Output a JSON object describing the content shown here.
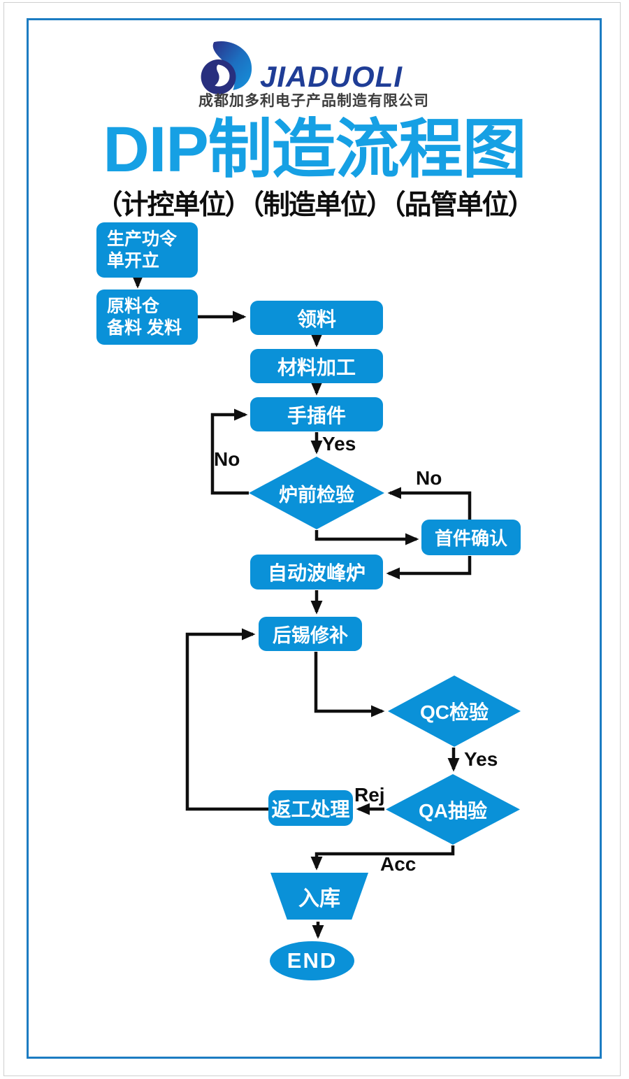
{
  "header": {
    "logo_text": "JIADUOLI",
    "company_name": "成都加多利电子产品制造有限公司",
    "title": "DIP制造流程图",
    "subtitle": "（计控单位）（制造单位）（品管单位）"
  },
  "colors": {
    "shape_blue": "#0a91d8",
    "title_blue": "#16a0e4",
    "frame_blue": "#1c7cc2",
    "logo_navy": "#1f3d96",
    "arrow_black": "#0f0f0f"
  },
  "flow": {
    "nodes": {
      "production_order": {
        "line1": "生产功令",
        "line2": "单开立"
      },
      "material_prep": {
        "line1": "原料仓",
        "line2": "备料 发料"
      },
      "pick_material": "领料",
      "material_processing": "材料加工",
      "hand_insert": "手插件",
      "pre_furnace_inspection": "炉前检验",
      "first_article_confirmation": "首件确认",
      "auto_wave_solder": "自动波峰炉",
      "post_solder_repair": "后锡修补",
      "qc_inspection": "QC检验",
      "qa_sampling": "QA抽验",
      "rework": "返工处理",
      "warehouse_in": "入库",
      "end": "END"
    },
    "edge_labels": {
      "hand_insert_yes": "Yes",
      "pre_furnace_no": "No",
      "first_article_no": "No",
      "qc_yes": "Yes",
      "qa_rej": "Rej",
      "qa_acc": "Acc"
    }
  }
}
